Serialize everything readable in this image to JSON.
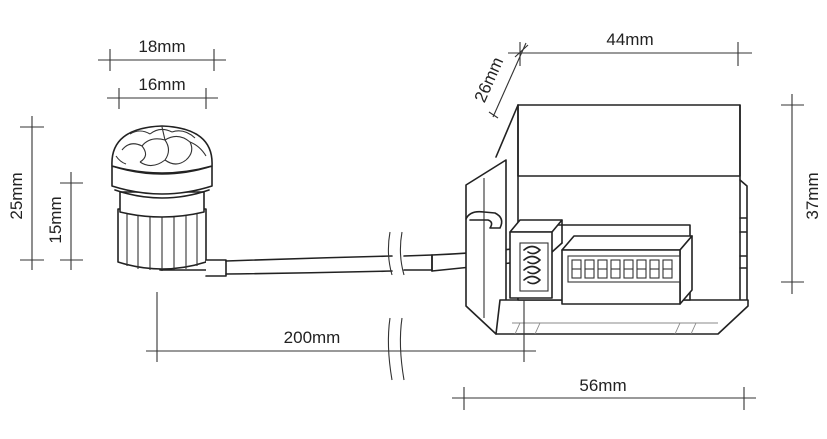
{
  "diagram": {
    "type": "technical-dimension-drawing",
    "subject": "PIR motion sensor head with cable and control module",
    "colors": {
      "line": "#222222",
      "background": "#ffffff"
    },
    "dimensions": {
      "sensor_outer_width": "18mm",
      "sensor_inner_width": "16mm",
      "sensor_total_height": "25mm",
      "sensor_body_height": "15mm",
      "cable_length": "200mm",
      "module_depth": "26mm",
      "module_top_width": "44mm",
      "module_height": "37mm",
      "module_base_width": "56mm"
    },
    "components": [
      {
        "name": "sensor-head",
        "description": "Faceted PIR lens dome on ribbed cylindrical body"
      },
      {
        "name": "cable",
        "description": "Cable with break marks indicating shortened length"
      },
      {
        "name": "terminal-block",
        "description": "4-wire connector"
      },
      {
        "name": "dip-switch",
        "description": "8-position DIP switch",
        "positions": 8
      },
      {
        "name": "control-module",
        "description": "Rectangular housing with flanged base"
      }
    ]
  }
}
